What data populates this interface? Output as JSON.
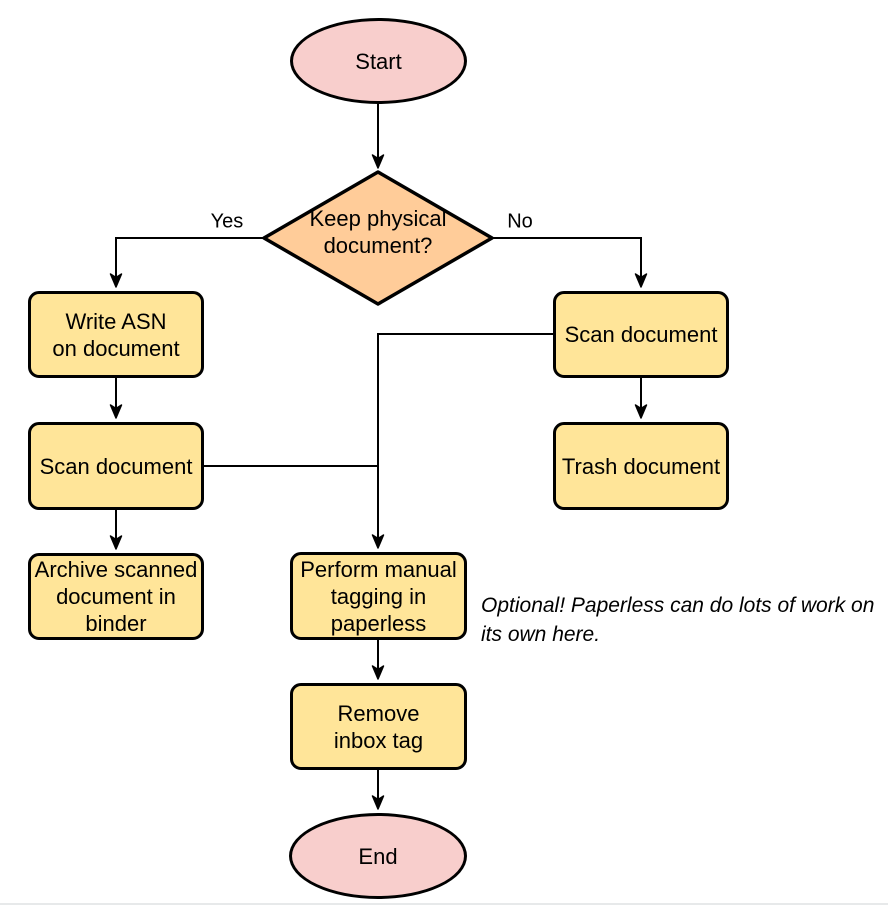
{
  "diagram": {
    "nodes": {
      "start": {
        "label": "Start",
        "type": "terminal"
      },
      "decision": {
        "label": "Keep physical\ndocument?",
        "type": "decision"
      },
      "write_asn": {
        "label": "Write ASN\non document",
        "type": "process"
      },
      "scan_left": {
        "label": "Scan document",
        "type": "process"
      },
      "archive": {
        "label": "Archive scanned\ndocument in\nbinder",
        "type": "process"
      },
      "scan_right": {
        "label": "Scan document",
        "type": "process"
      },
      "trash": {
        "label": "Trash document",
        "type": "process"
      },
      "tagging": {
        "label": "Perform manual\ntagging in\npaperless",
        "type": "process"
      },
      "remove_inbox": {
        "label": "Remove\ninbox tag",
        "type": "process"
      },
      "end": {
        "label": "End",
        "type": "terminal"
      }
    },
    "edge_labels": {
      "yes": "Yes",
      "no": "No"
    },
    "annotation": "Optional! Paperless can do lots of work on\nits own here.",
    "colors": {
      "terminal_fill": "#f8cecc",
      "decision_fill": "#ffcc99",
      "process_fill": "#ffe599",
      "stroke": "#000000",
      "background": "#ffffff",
      "bottom_rule": "#e7e9ea"
    }
  }
}
